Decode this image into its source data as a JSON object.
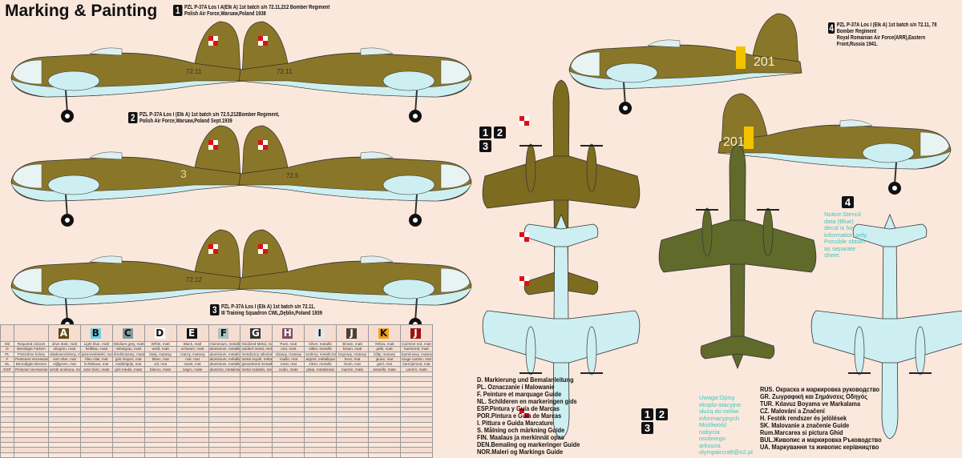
{
  "title": "Marking & Painting",
  "schemes": [
    {
      "num": "1",
      "line1": "PZL P-37A  Łos I A(Elk A) 1st batch s/n 72.11,212 Bomber Regiment",
      "line2": "Polish Air Force,Warsaw,Poland 1938"
    },
    {
      "num": "2",
      "line1": "PZL P-37A Łos I (Elk A) 1st batch s/n 72.5,212Bomber Regiment,",
      "line2": "Polish Air Force,Warsaw,Poland Sept.1939"
    },
    {
      "num": "3",
      "line1": "PZL P-37A Łos I (Elk A) 1st batch s/n 72.11,",
      "line2": "III Training Squadron CWL,Dęblin,Poland 1939"
    },
    {
      "num": "4",
      "line1": "PZL P-37A Los I (Elk A) 1st batch s/n 72.11, 78 Bomber Regiment",
      "line2": "Royal Romanian Air Force(ARR),Eastern Front,Russia 1941."
    }
  ],
  "aircraft_numbers": {
    "p1": "72.11",
    "p2": "3",
    "p2b": "72.5",
    "p3": "72.12",
    "p4": "201"
  },
  "scheme_badges": {
    "n1": "1",
    "n2": "2",
    "n3": "3",
    "n4": "4"
  },
  "color_table": {
    "columns": [
      {
        "code": "A",
        "color": "#5c4a14",
        "text": "#fff"
      },
      {
        "code": "B",
        "color": "#6fd1e6",
        "text": "#111"
      },
      {
        "code": "C",
        "color": "#7e9a9c",
        "text": "#111"
      },
      {
        "code": "D",
        "color": "#ffffff",
        "text": "#111"
      },
      {
        "code": "E",
        "color": "#111111",
        "text": "#fff"
      },
      {
        "code": "F",
        "color": "#a9c2c2",
        "text": "#111"
      },
      {
        "code": "G",
        "color": "#333333",
        "text": "#fff"
      },
      {
        "code": "H",
        "color": "#7a4e64",
        "text": "#fff"
      },
      {
        "code": "I",
        "color": "#e4e8ec",
        "text": "#111"
      },
      {
        "code": "J",
        "color": "#4d3f35",
        "text": "#fff"
      },
      {
        "code": "K",
        "color": "#f4a01c",
        "text": "#111"
      },
      {
        "code": "J",
        "color": "#9a1414",
        "text": "#fff"
      }
    ],
    "rows": [
      {
        "lang": "GB",
        "label": "Required colours",
        "cells": [
          "olive drab, matt",
          "Light blue, matt",
          "Medium grey, matt",
          "White, matt",
          "Black, matt",
          "Aluminium, metallic",
          "Oxidized Metal, metallic",
          "Rust, matt",
          "Silver, metallic",
          "Brown, matt",
          "Yellow, matt",
          "Carmine red, matt"
        ]
      },
      {
        "lang": "D",
        "label": "Benötigte Farben",
        "cells": [
          "olivgrün, matt",
          "hellblau, matt",
          "mittelgrau, matt",
          "weiß, matt",
          "schwarz, matt",
          "aluminium, metallic",
          "oxidiert metal, metallic",
          "rost, matt",
          "silber, metallic",
          "braun, matt",
          "gelb, matt",
          "karminrot, matt"
        ]
      },
      {
        "lang": "PL",
        "label": "Potrzebne kolory",
        "cells": [
          "oliwkowozielony, matowy",
          "jasnoniebieski, matowy",
          "średnioszary, matowy",
          "biały, matowy",
          "czarny, matowy",
          "aluminium, metaliczny",
          "metaliczny utleniony",
          "rdzawy, matowy",
          "srebrny, metaliczny",
          "brązowy, matowy",
          "żółty, matowy",
          "karminowy, matowy"
        ]
      },
      {
        "lang": "F",
        "label": "Peintures nécessaires",
        "cells": [
          "vert olive, mat",
          "bleu clair, mat",
          "gris moyen, mat",
          "blanc, mat",
          "noir, mat",
          "aluminium, métallique",
          "metal oxydé, métallique",
          "rouille, mat",
          "argent, métallique",
          "brun, mat",
          "jaune, mat",
          "rouge carmin, mat"
        ]
      },
      {
        "lang": "NL",
        "label": "Benodigde kleuren",
        "cells": [
          "olijfgroen, mat",
          "lichtblauw, mat",
          "middelgrijs, mat",
          "wit, mat",
          "zwart, mat",
          "aluminium, metallic",
          "geoxideerd metaal, metallic",
          "roest, mat",
          "zilver, metallic",
          "bruin, mat",
          "geel, mat",
          "karmijnrood, mat"
        ]
      },
      {
        "lang": "ESP",
        "label": "Pinturas necesarias",
        "cells": [
          "verde aceituna, mate",
          "azul claro, mate",
          "gris medio, mate",
          "blanco, mate",
          "negro, mate",
          "aluminio, metalizado",
          "metal oxidado, metalizado",
          "oxido, mate",
          "plata, metalizado",
          "marrón, mate",
          "amarillo, mate",
          "carmín, mate"
        ]
      }
    ]
  },
  "languages_left": [
    "D.   Markierung und Bemalanleitung",
    "PL.   Oznaczanie i Malowanie",
    "F.    Peinture et marquage Guide",
    "NL. Schilderen en markeringen gids",
    "ESP.Pintura y Guía de Marcas",
    "POR.Pintura e Guia de Marcas",
    "I.     Pittura e Guida Marcature",
    "S.     Målning och märkning Guide",
    "FIN. Maalaus ja merkinnät opas",
    "DEN.Bemaling og markeringer Guide",
    "NOR.Maleri og Markings Guide"
  ],
  "languages_right": [
    "RUS. Окраска и маркировка руководство",
    "GR.  Ζωγραφική και Σημάνσεις Οδηγός",
    "TUR. Kılavuz Boyama ve Markalama",
    "CZ.   Malování a Značení",
    "H.     Festék rendszer és jelölések",
    "SK.    Malovanie a značenie Guide",
    "Rum.Marcarea si pictura Ghid",
    "BUL.Живопис и маркировка Ръководство",
    "UA. Маркування та живопис керівництво"
  ],
  "polish_note": "Uwaga:Opisy eksplo-atacyjne służą do celów informacyjnych Możliwość nabycia osobnego arkusza. olympaircraft@o2.pl",
  "stencil_note": "Notice:Stencil data (Blue) decal is for information only. Possible obtain as separate sheet.",
  "colors": {
    "olive": "#8a7628",
    "olive_dark": "#6e5f1c",
    "romanian_green": "#5f6a2b",
    "light_blue": "#cdeff2",
    "background": "#fbe8dc"
  }
}
